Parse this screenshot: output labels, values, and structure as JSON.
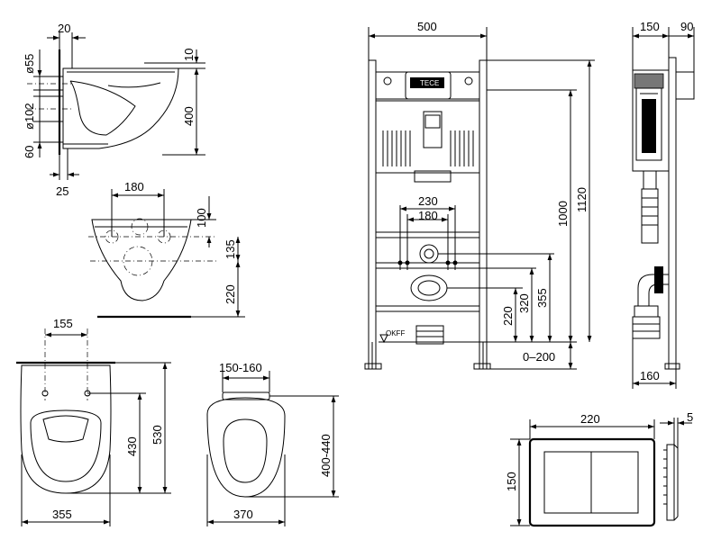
{
  "views": {
    "bowl_side": {
      "top": "20",
      "d1": "ø55",
      "d2": "ø102",
      "lower": "60",
      "bottom": "25",
      "right_top": "10",
      "right_height": "400"
    },
    "bowl_rear": {
      "width": "180",
      "top_off": "100",
      "mid": "135",
      "low": "220"
    },
    "bowl_top": {
      "hole_spacing": "155",
      "depth_to_hole": "430",
      "length": "530",
      "width": "355"
    },
    "seat": {
      "hinge": "150-160",
      "length": "400-440",
      "width": "370"
    },
    "frame_front": {
      "width": "500",
      "inner_wide": "230",
      "inner_narrow": "180",
      "h1000": "1000",
      "h1120": "1120",
      "h355": "355",
      "h320": "320",
      "h220": "220",
      "adjust": "0–200",
      "floor_mark": "OKFF",
      "brand": "TECE"
    },
    "frame_side": {
      "depth": "150",
      "extra": "90",
      "bottom_depth": "160"
    },
    "flush_plate": {
      "width": "220",
      "height": "150",
      "thickness": "5"
    }
  }
}
